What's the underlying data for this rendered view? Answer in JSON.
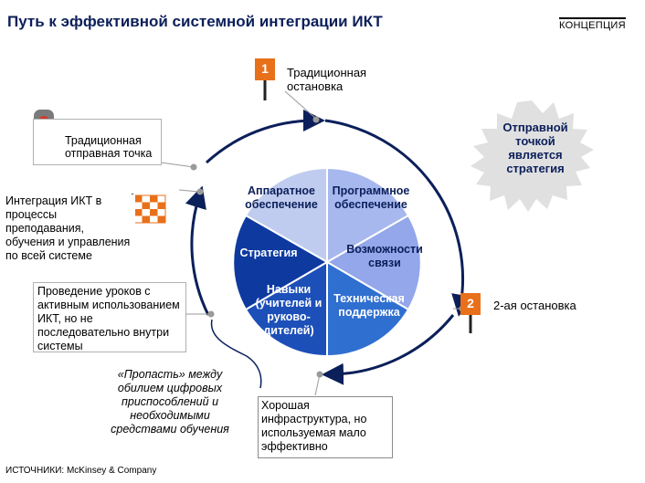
{
  "header": {
    "title": "Путь к эффективной системной интеграции ИКТ",
    "tag": "КОНЦЕПЦИЯ"
  },
  "stops": {
    "stop1": {
      "number": "1",
      "label": "Традиционная остановка"
    },
    "stop2": {
      "number": "2",
      "label": "2-ая остановка"
    }
  },
  "starburst": {
    "label": "Отправной точкой является стратегия"
  },
  "callouts": {
    "traditional_start": "Традиционная отправная точка",
    "ict_integration": "Интеграция ИКТ в процессы преподавания, обучения и управления по всей системе",
    "lessons": "Проведение уроков с активным использованием ИКТ, но не последовательно внутри системы",
    "gap": "«Пропасть» между обилием цифровых приспособлений и необходимыми средствами обучения",
    "infrastructure": "Хорошая инфраструктура, но используемая мало эффективно"
  },
  "pie": {
    "segments": [
      {
        "label": "Аппаратное обеспечение",
        "color": "#c0ccef"
      },
      {
        "label": "Программное обеспечение",
        "color": "#a6b8ee"
      },
      {
        "label": "Возможности связи",
        "color": "#93a7ea"
      },
      {
        "label": "Техническая поддержка",
        "color": "#2f6fd0"
      },
      {
        "label": "Навыки (учителей и руково-дителей)",
        "color": "#1d4fb8"
      },
      {
        "label": "Стратегия",
        "color": "#0e3aa0"
      }
    ]
  },
  "source": {
    "label": "ИСТОЧНИКИ:",
    "value": "McKinsey & Company"
  },
  "colors": {
    "arc": "#0b1f5a",
    "stop_sign": "#e8701a",
    "starburst": "#e0e0e0",
    "flag": "#e8701a"
  }
}
